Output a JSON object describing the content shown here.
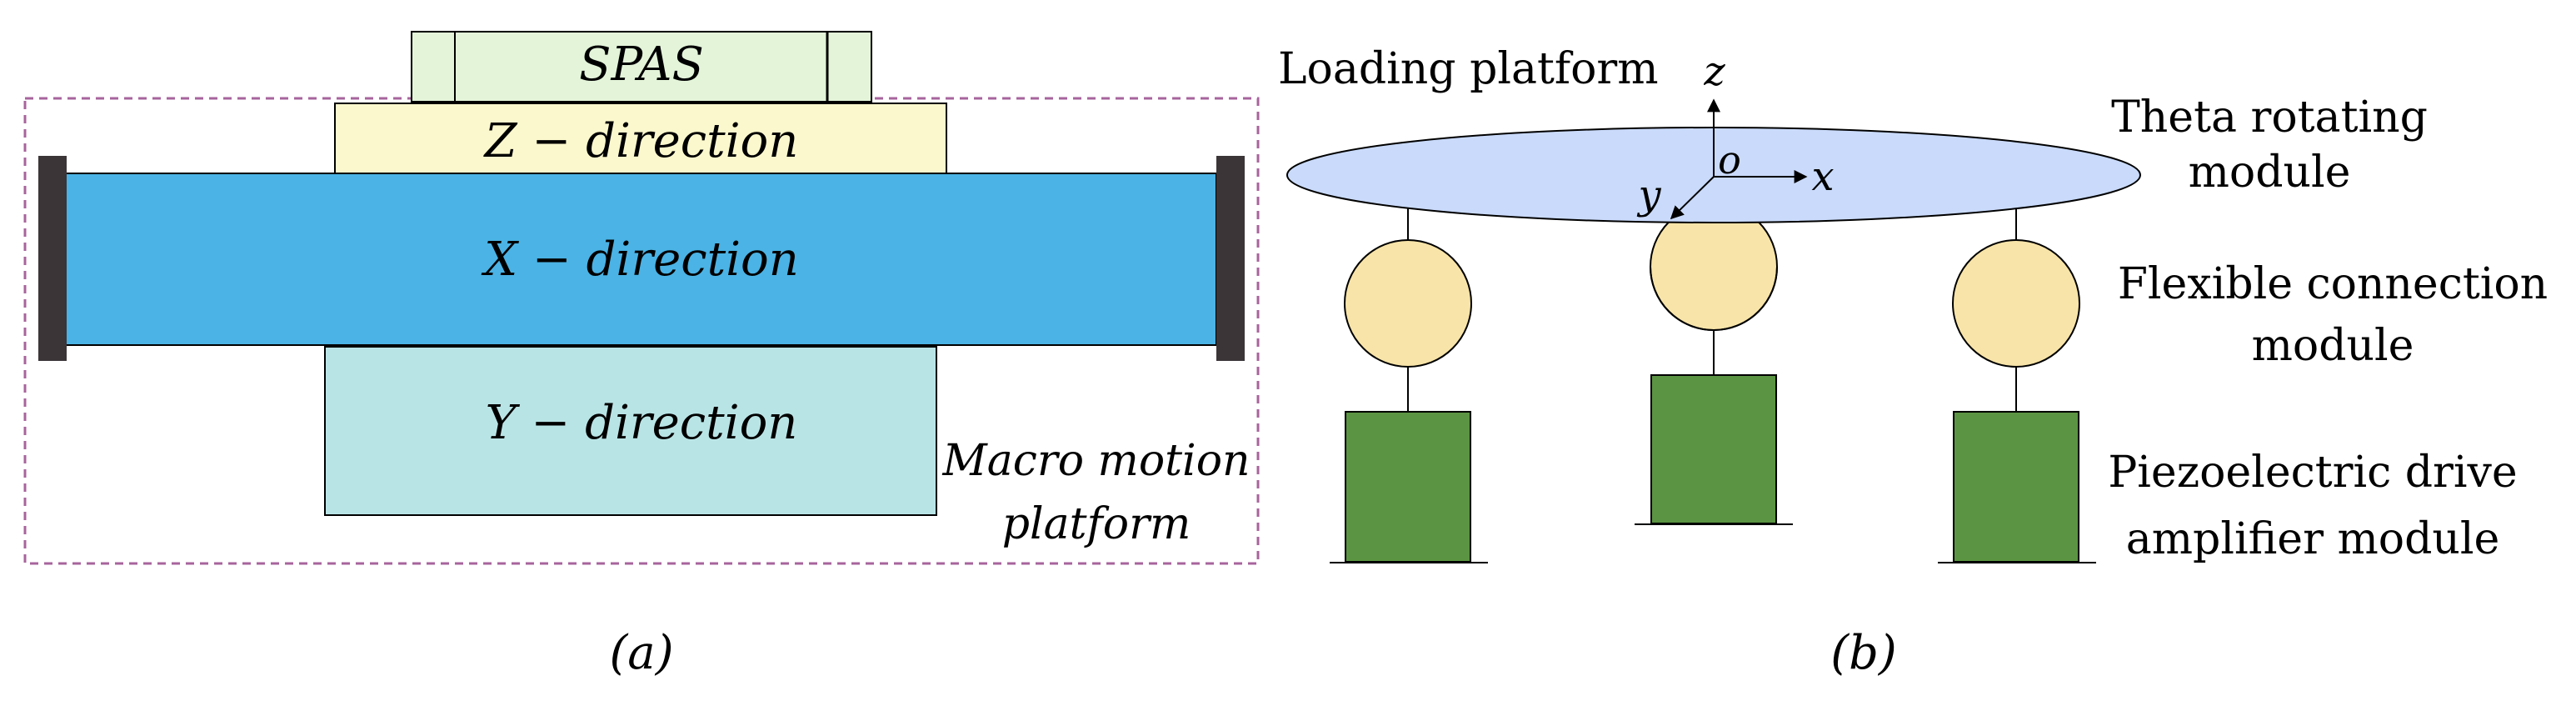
{
  "panel_a": {
    "spas": "SPAS",
    "z_direction": "Z − direction",
    "x_direction": "X − direction",
    "y_direction": "Y − direction",
    "macro_line1": "Macro motion",
    "macro_line2": "platform",
    "caption": "(a)"
  },
  "panel_b": {
    "loading_platform": "Loading platform",
    "axis_z": "z",
    "axis_o": "o",
    "axis_x": "x",
    "axis_y": "y",
    "theta_line1": "Theta rotating",
    "theta_line2": "module",
    "flex_line1": "Flexible connection",
    "flex_line2": "module",
    "piezo_line1": "Piezoelectric drive",
    "piezo_line2": "amplifier module",
    "caption": "(b)"
  },
  "colors": {
    "spas_fill": "#e3f4d9",
    "z_fill": "#fbf8cd",
    "x_fill": "#4bb3e5",
    "y_fill": "#b9e4e6",
    "end_cap": "#3b3538",
    "dashed_border": "#a7649c",
    "platform_fill": "#c9dafa",
    "circle_fill": "#f8e4a8",
    "piezo_fill": "#5b9442"
  }
}
